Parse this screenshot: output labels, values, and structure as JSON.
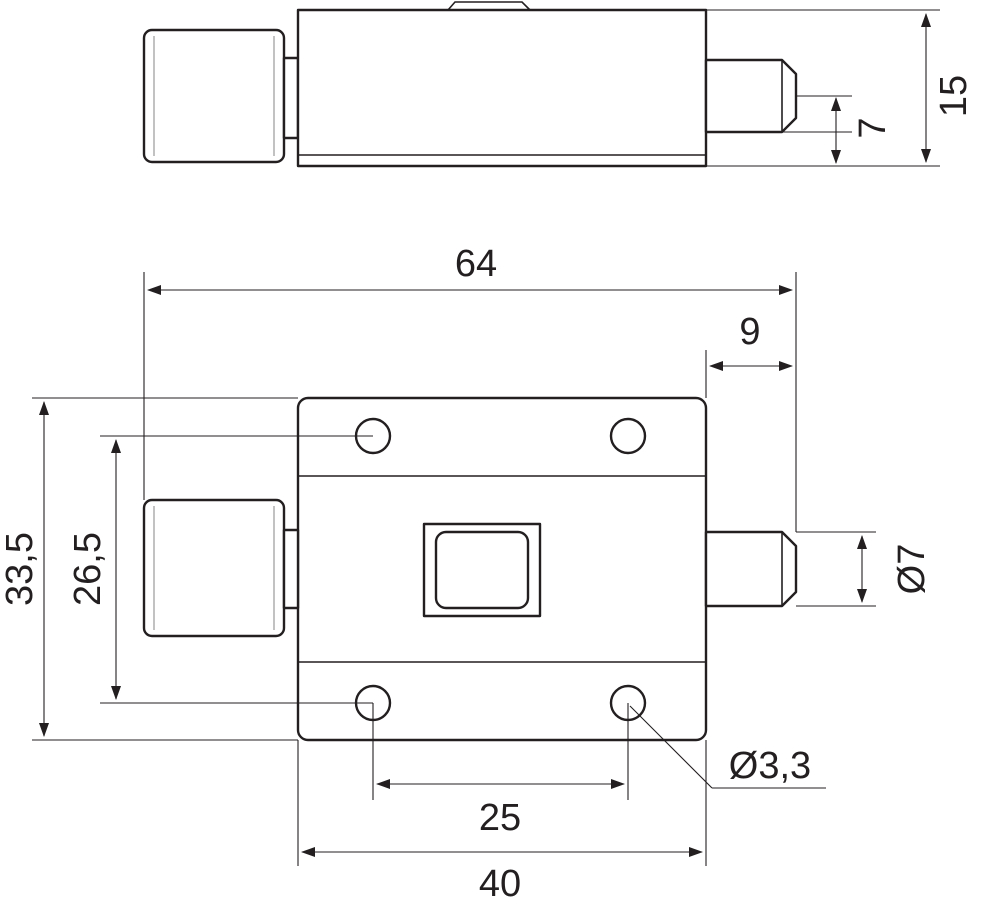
{
  "dimensions": {
    "height_side": "15",
    "bolt_height_side": "7",
    "overall_length": "64",
    "bolt_protrusion": "9",
    "plate_height": "33,5",
    "hole_spacing_vertical": "26,5",
    "bolt_diameter": "Ø7",
    "hole_diameter": "Ø3,3",
    "hole_spacing_horizontal": "25",
    "plate_width": "40"
  }
}
